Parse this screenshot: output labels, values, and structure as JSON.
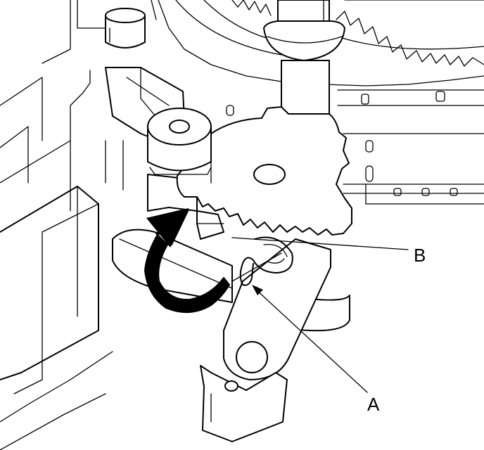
{
  "diagram": {
    "callouts": [
      {
        "id": "A",
        "label": "A"
      },
      {
        "id": "B",
        "label": "B"
      }
    ],
    "colors": {
      "line": "#000000",
      "background": "#ffffff",
      "arrow": "#000000"
    }
  }
}
